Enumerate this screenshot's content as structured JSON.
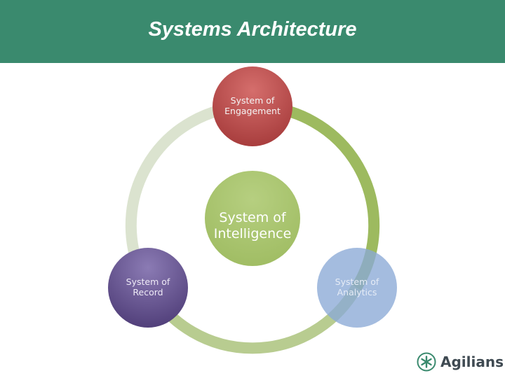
{
  "title": "Systems Architecture",
  "nodes": {
    "engagement": {
      "line1": "System of",
      "line2": "Engagement"
    },
    "intelligence": {
      "line1": "System of",
      "line2": "Intelligence"
    },
    "record": {
      "line1": "System of",
      "line2": "Record"
    },
    "analytics": {
      "line1": "System of",
      "line2": "Analytics"
    }
  },
  "logo": {
    "text": "Agilians"
  },
  "colors": {
    "header": "#3a8a6e",
    "engagement": "#b94a49",
    "intelligence": "#a9c46e",
    "record": "#5d4a86",
    "analytics": "#8aa9d6",
    "ring_light": "#dbe3cf",
    "ring_green": "#9dba5f"
  }
}
